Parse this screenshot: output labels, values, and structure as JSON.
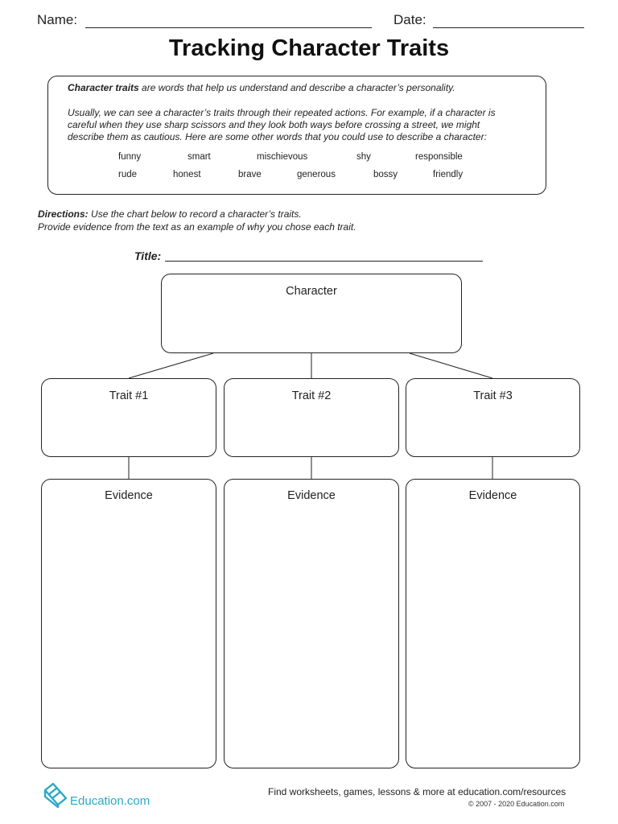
{
  "header": {
    "name_label": "Name:",
    "date_label": "Date:"
  },
  "title": "Tracking Character Traits",
  "intro": {
    "term": "Character traits",
    "definition": " are words that help us understand and describe a character’s personality.",
    "paragraph_lines": [
      "Usually, we can see a character’s traits through their repeated actions. For example, if a character is",
      "careful when they use sharp scissors and they look both ways before crossing a street, we might",
      "describe them as cautious. Here are some other words that you could use to describe a character:"
    ],
    "words_row1": [
      "funny",
      "smart",
      "mischievous",
      "shy",
      "responsible"
    ],
    "words_row2": [
      "rude",
      "honest",
      "brave",
      "generous",
      "bossy",
      "friendly"
    ]
  },
  "directions": {
    "label": "Directions:",
    "line1": " Use the chart below to record a character’s traits.",
    "line2": "Provide evidence from the text as an example of why you chose each trait."
  },
  "chart": {
    "title_label": "Title:",
    "character_label": "Character",
    "traits": [
      "Trait #1",
      "Trait #2",
      "Trait #3"
    ],
    "evidence_label": "Evidence"
  },
  "footer": {
    "logo_text": "Education.com",
    "find_text": "Find worksheets, games, lessons & more at education.com/resources",
    "copyright": "© 2007 - 2020 Education.com"
  },
  "colors": {
    "logo": "#2aa8c4",
    "ink": "#222222"
  }
}
